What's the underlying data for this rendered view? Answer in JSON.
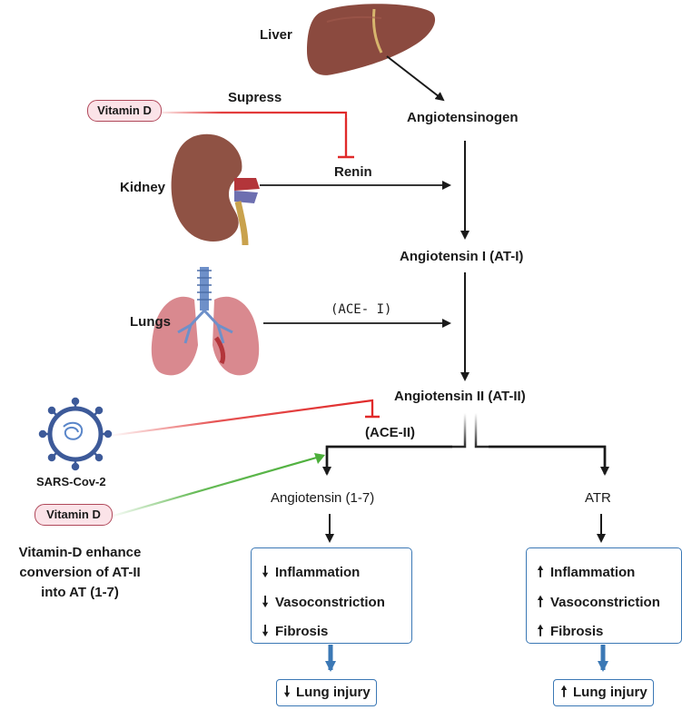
{
  "organs": {
    "liver": "Liver",
    "kidney": "Kidney",
    "lungs": "Lungs"
  },
  "pathway": {
    "angiotensinogen": "Angiotensinogen",
    "renin": "Renin",
    "angiotensin_1": "Angiotensin I (AT-I)",
    "ace1": "(ACE- I)",
    "angiotensin_2": "Angiotensin II (AT-II)",
    "ace2": "(ACE-II)",
    "angiotensin_1_7": "Angiotensin (1-7)",
    "atr": "ATR"
  },
  "inhibitors": {
    "vitamin_d_top": "Vitamin D",
    "supress": "Supress",
    "virus": "SARS-Cov-2",
    "vitamin_d_bottom": "Vitamin D"
  },
  "note": {
    "line1": "Vitamin-D enhance",
    "line2": "conversion of AT-II",
    "line3": "into AT (1-7)"
  },
  "left_outcomes": {
    "items": [
      {
        "direction": "down",
        "symbol": "🠗",
        "label": "Inflammation"
      },
      {
        "direction": "down",
        "symbol": "🠗",
        "label": "Vasoconstriction"
      },
      {
        "direction": "down",
        "symbol": "🠗",
        "label": "Fibrosis"
      }
    ],
    "lung_injury": {
      "direction": "down",
      "symbol": "🠗",
      "label": "Lung injury"
    }
  },
  "right_outcomes": {
    "items": [
      {
        "direction": "up",
        "symbol": "🠕",
        "label": "Inflammation"
      },
      {
        "direction": "up",
        "symbol": "🠕",
        "label": "Vasoconstriction"
      },
      {
        "direction": "up",
        "symbol": "🠕",
        "label": "Fibrosis"
      }
    ],
    "lung_injury": {
      "direction": "up",
      "symbol": "🠕",
      "label": "Lung injury"
    }
  },
  "colors": {
    "inhibit": "#e02a2a",
    "enhance": "#4caf3a",
    "flow": "#1a1a1a",
    "box_border": "#3b78b5",
    "box_arrow": "#3b78b5"
  }
}
